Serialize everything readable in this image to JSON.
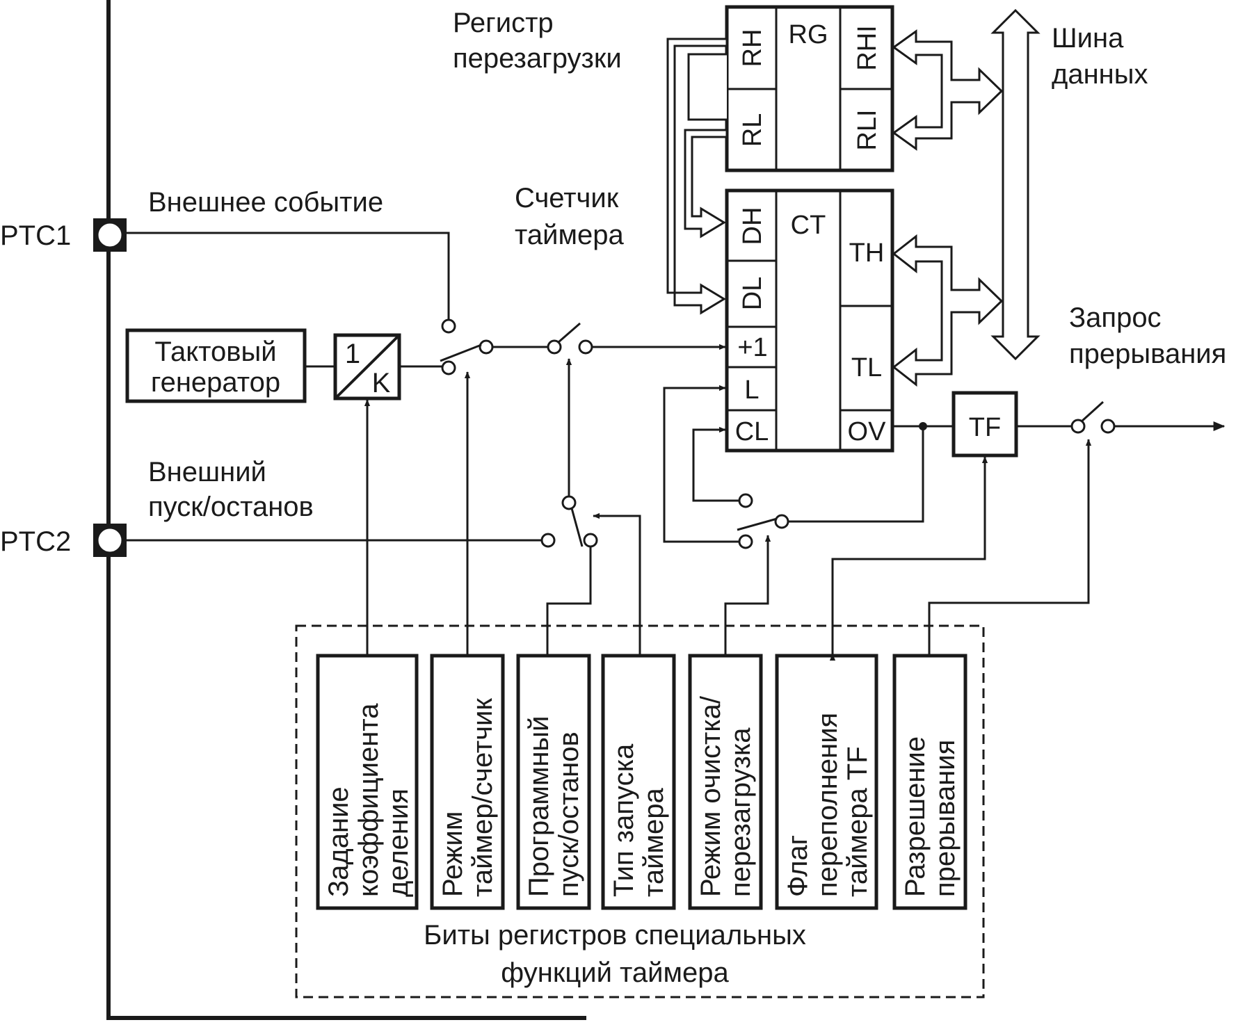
{
  "pins": {
    "ptc1": "PTC1",
    "ptc2": "PTC2"
  },
  "labels": {
    "external_event": "Внешнее событие",
    "external_start_stop": [
      "Внешний",
      "пуск/останов"
    ],
    "clock_generator": [
      "Тактовый",
      "генератор"
    ],
    "divider_top": "1",
    "divider_bottom": "K",
    "reload_register": [
      "Регистр",
      "перезагрузки"
    ],
    "timer_counter": [
      "Счетчик",
      "таймера"
    ],
    "data_bus": [
      "Шина",
      "данных"
    ],
    "interrupt_request": [
      "Запрос",
      "прерывания"
    ],
    "sfr_caption": [
      "Биты регистров специальных",
      "функций таймера"
    ]
  },
  "reload_register": {
    "name": "RG",
    "left_cells": [
      "RH",
      "RL"
    ],
    "right_cells": [
      "RHI",
      "RLI"
    ]
  },
  "counter": {
    "name": "CT",
    "left_cells": [
      "DH",
      "DL",
      "+1",
      "L",
      "CL"
    ],
    "right_cells": [
      "TH",
      "TL",
      "OV"
    ]
  },
  "flag_box": "TF",
  "sfr_bits": [
    [
      "Задание",
      "коэффициента",
      "деления"
    ],
    [
      "Режим",
      "таймер/счетчик"
    ],
    [
      "Программный",
      "пуск/останов"
    ],
    [
      "Тип запуска",
      "таймера"
    ],
    [
      "Режим очистка/",
      "перезагрузка"
    ],
    [
      "Флаг",
      "переполнения",
      "таймера TF"
    ],
    [
      "Разрешение",
      "прерывания"
    ]
  ]
}
